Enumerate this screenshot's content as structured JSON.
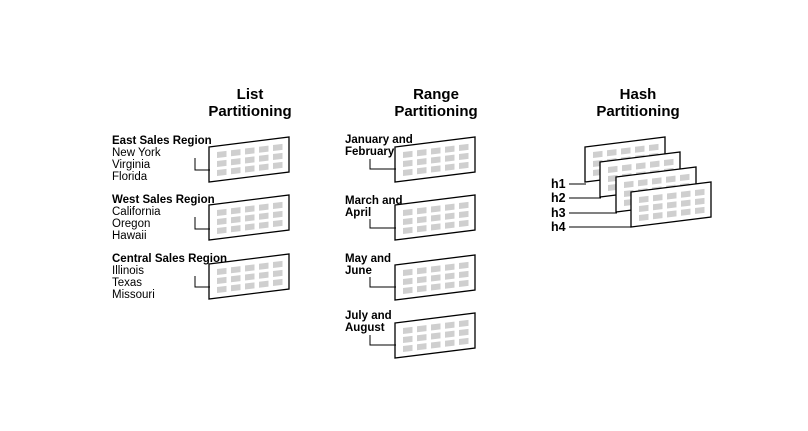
{
  "list": {
    "title_line1": "List",
    "title_line2": "Partitioning",
    "groups": [
      {
        "name": "East Sales Region",
        "items": [
          "New York",
          "Virginia",
          "Florida"
        ]
      },
      {
        "name": "West Sales Region",
        "items": [
          "California",
          "Oregon",
          "Hawaii"
        ]
      },
      {
        "name": "Central Sales Region",
        "items": [
          "Illinois",
          "Texas",
          "Missouri"
        ]
      }
    ]
  },
  "range": {
    "title_line1": "Range",
    "title_line2": "Partitioning",
    "groups": [
      {
        "line1": "January and",
        "line2": "February"
      },
      {
        "line1": "March and",
        "line2": "April"
      },
      {
        "line1": "May and",
        "line2": "June"
      },
      {
        "line1": "July and",
        "line2": "August"
      }
    ]
  },
  "hash": {
    "title_line1": "Hash",
    "title_line2": "Partitioning",
    "labels": [
      "h1",
      "h2",
      "h3",
      "h4"
    ]
  },
  "colors": {
    "cell": "#cfcfcf",
    "outline": "#000000"
  }
}
